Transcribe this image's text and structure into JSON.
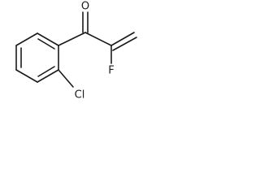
{
  "molecule": {
    "atoms": {
      "oxygen": "O",
      "fluorine": "F",
      "chlorine": "Cl"
    }
  }
}
